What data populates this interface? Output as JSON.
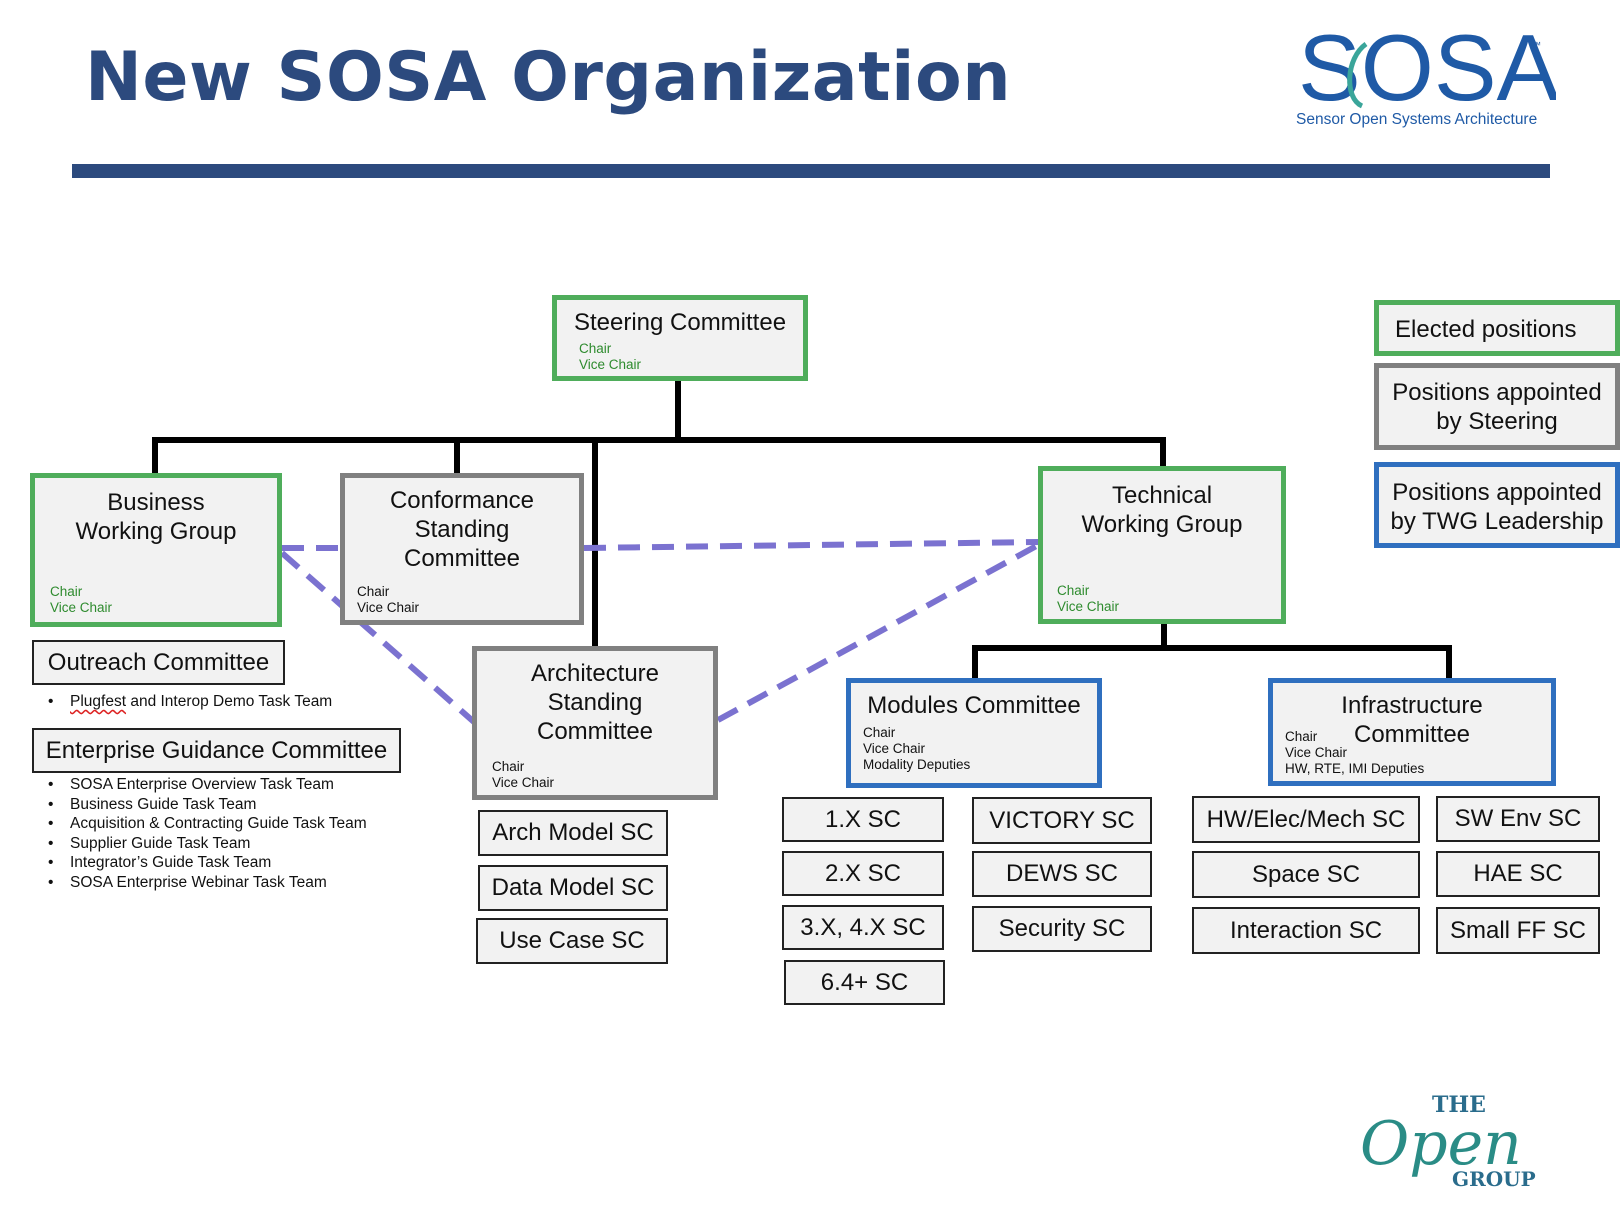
{
  "title": "New SOSA Organization",
  "logo": {
    "sosa_text": "SOSA",
    "tm": "™",
    "sosa_tagline": "Sensor Open Systems Architecture",
    "opengroup_the": "THE",
    "opengroup_open": "Open",
    "opengroup_group": "GROUP"
  },
  "colors": {
    "title": "#2c4a7e",
    "elected": "#4fad5b",
    "steering_appointed": "#808080",
    "twg_appointed": "#2f6fbf",
    "dashed_link": "#7b72d0"
  },
  "legend": {
    "elected": "Elected positions",
    "steering": "Positions appointed\nby Steering",
    "twg": "Positions appointed\nby TWG Leadership"
  },
  "steering": {
    "name": "Steering Committee",
    "chair": "Chair",
    "vice": "Vice Chair"
  },
  "business": {
    "name": "Business\nWorking Group",
    "chair": "Chair",
    "vice": "Vice Chair"
  },
  "conformance": {
    "name": "Conformance\nStanding\nCommittee",
    "chair": "Chair",
    "vice": "Vice Chair"
  },
  "architecture": {
    "name": "Architecture\nStanding\nCommittee",
    "chair": "Chair",
    "vice": "Vice Chair"
  },
  "technical": {
    "name": "Technical\nWorking Group",
    "chair": "Chair",
    "vice": "Vice Chair"
  },
  "modules": {
    "name": "Modules Committee",
    "chair": "Chair",
    "vice": "Vice Chair",
    "deputies": "Modality Deputies"
  },
  "infrastructure": {
    "name": "Infrastructure\nCommittee",
    "chair": "Chair",
    "vice": "Vice Chair",
    "deputies": "HW, RTE, IMI Deputies"
  },
  "outreach": {
    "name": "Outreach Committee",
    "items": [
      "Plugfest",
      " and Interop Demo Task Team"
    ]
  },
  "enterprise": {
    "name": "Enterprise Guidance Committee",
    "items": [
      "SOSA Enterprise Overview Task Team",
      "Business Guide Task Team",
      "Acquisition & Contracting Guide Task Team",
      "Supplier Guide Task Team",
      "Integrator’s Guide Task Team",
      "SOSA Enterprise Webinar Task Team"
    ]
  },
  "arch_scs": [
    "Arch Model SC",
    "Data Model SC",
    "Use Case SC"
  ],
  "modules_scs_a": [
    "1.X SC",
    "2.X SC",
    "3.X, 4.X SC",
    "6.4+ SC"
  ],
  "modules_scs_b": [
    "VICTORY SC",
    "DEWS SC",
    "Security SC"
  ],
  "infra_scs_a": [
    "HW/Elec/Mech SC",
    "Space SC",
    "Interaction SC"
  ],
  "infra_scs_b": [
    "SW Env SC",
    "HAE SC",
    "Small FF SC"
  ]
}
